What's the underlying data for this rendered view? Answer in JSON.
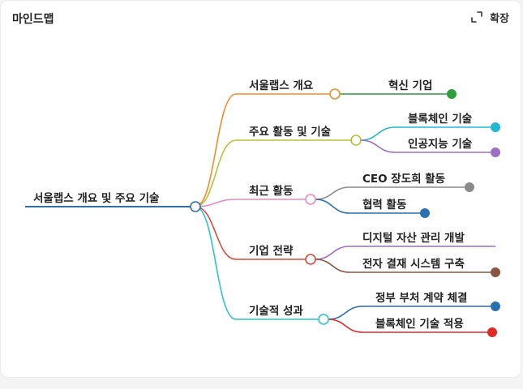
{
  "header": {
    "title": "마인드맵",
    "expand_label": "확장"
  },
  "mindmap": {
    "root": {
      "label": "서울랩스 개요 및 주요 기술",
      "color": "#2f6faa"
    },
    "branches": [
      {
        "label": "서울랩스 개요",
        "color": "#f08c2c",
        "children": [
          {
            "label": "혁신 기업",
            "color": "#2e9e3b"
          }
        ]
      },
      {
        "label": "주요 활동 및 기술",
        "color": "#b5c234",
        "children": [
          {
            "label": "블록체인 기술",
            "color": "#21b8d0"
          },
          {
            "label": "인공지능 기술",
            "color": "#9d6fc4"
          }
        ]
      },
      {
        "label": "최근 활동",
        "color": "#e98ac3",
        "children": [
          {
            "label": "CEO 장도희 활동",
            "color": "#8b8b8b"
          },
          {
            "label": "협력 활동",
            "color": "#2a6fb0"
          }
        ]
      },
      {
        "label": "기업 전략",
        "color": "#d94a3a",
        "children": [
          {
            "label": "디지털 자산 관리 개발",
            "color": "#9d6fc4"
          },
          {
            "label": "전자 결재 시스템 구축",
            "color": "#8a5545"
          }
        ]
      },
      {
        "label": "기술적 성과",
        "color": "#2ac4cf",
        "children": [
          {
            "label": "정부 부처 계약 체결",
            "color": "#2a6fb0"
          },
          {
            "label": "블록체인 기술 적용",
            "color": "#e02a2a"
          }
        ]
      }
    ]
  }
}
